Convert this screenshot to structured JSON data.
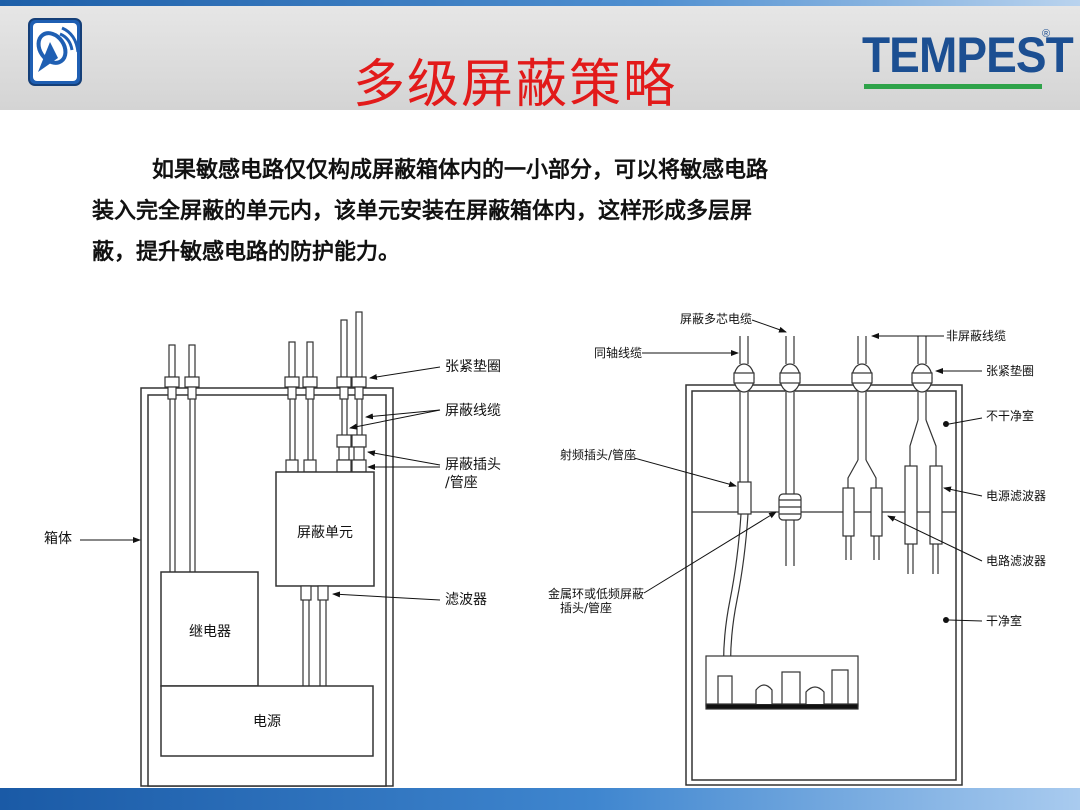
{
  "header": {
    "title": "多级屏蔽策略",
    "brand": "TEMPEST",
    "brand_mark": "®"
  },
  "body": {
    "lines": [
      "如果敏感电路仅仅构成屏蔽箱体内的一小部分，可以将敏感电路",
      "装入完全屏蔽的单元内，该单元安装在屏蔽箱体内，这样形成多层屏",
      "蔽，提升敏感电路的防护能力。"
    ]
  },
  "left_diagram": {
    "box_label": "箱体",
    "gasket_label": "张紧垫圈",
    "cable_label": "屏蔽线缆",
    "connector_label_1": "屏蔽插头",
    "connector_label_2": "/管座",
    "unit_label": "屏蔽单元",
    "filter_label": "滤波器",
    "relay_label": "继电器",
    "power_label": "电源"
  },
  "right_diagram": {
    "multicore_label": "屏蔽多芯电缆",
    "coax_label": "同轴线缆",
    "unshielded_label": "非屏蔽线缆",
    "gasket_label": "张紧垫圈",
    "dirty_label": "不干净室",
    "rf_label": "射频插头/管座",
    "power_filter_label": "电源滤波器",
    "circuit_filter_label": "电路滤波器",
    "metal_ring_label_1": "金属环或低频屏蔽",
    "metal_ring_label_2": "插头/管座",
    "clean_label": "干净室"
  }
}
